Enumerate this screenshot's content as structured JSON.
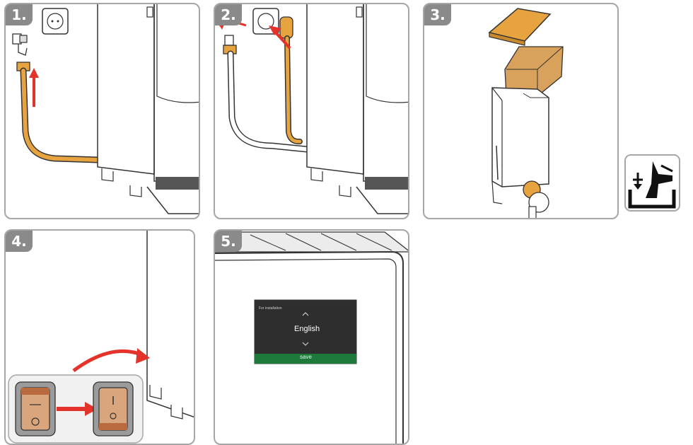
{
  "steps": {
    "s1": "1.",
    "s2": "2.",
    "s3": "3.",
    "s4": "4.",
    "s5": "5."
  },
  "display": {
    "title": "For installation",
    "language": "English",
    "save_label": "save"
  },
  "colors": {
    "accent_orange": "#e7a33f",
    "arrow_red": "#e3332a",
    "panel_border": "#a6a6a6",
    "step_badge": "#8a8a8a",
    "screen_bg": "#2e2e2e",
    "save_green": "#1d7a3b"
  },
  "icons": {
    "side_icon": "fill-bean-container-icon"
  }
}
